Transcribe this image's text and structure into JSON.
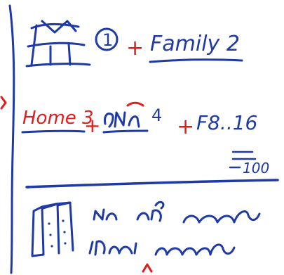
{
  "line1": {
    "number": "1",
    "plus": "+",
    "family_label": "Family 2"
  },
  "line2": {
    "home_label": "Home 3",
    "plus1": "+",
    "item_4": "4",
    "plus2": "+",
    "f_label": "F8..16"
  },
  "right_note": {
    "value": "100"
  },
  "colors": {
    "ink_blue": "#1f3aa6",
    "ink_red": "#e21b1b",
    "background": "#ffffff"
  }
}
